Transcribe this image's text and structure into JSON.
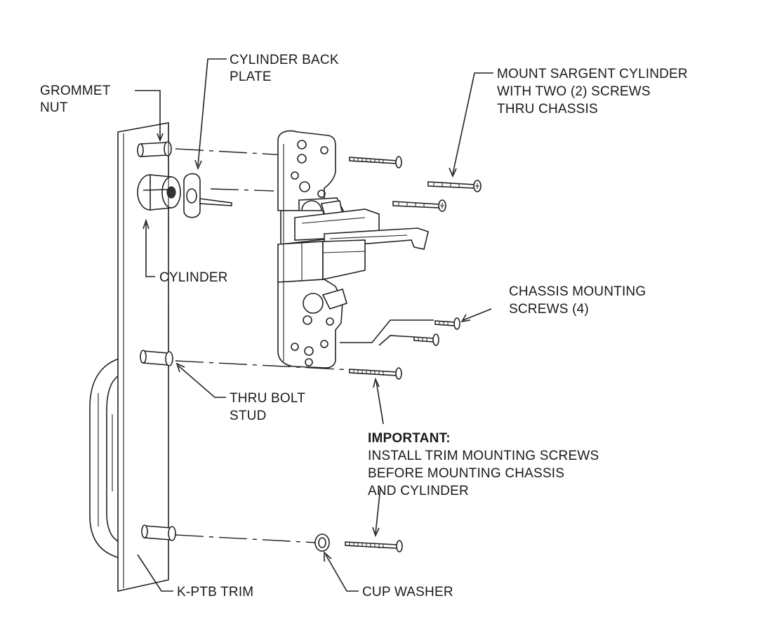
{
  "labels": {
    "grommet_nut": [
      "GROMMET",
      "NUT"
    ],
    "cylinder_back_plate": [
      "CYLINDER BACK",
      "PLATE"
    ],
    "mount_sargent": [
      "MOUNT SARGENT CYLINDER",
      "WITH TWO (2) SCREWS",
      "THRU CHASSIS"
    ],
    "cylinder": "CYLINDER",
    "chassis_mounting_screws": [
      "CHASSIS MOUNTING",
      "SCREWS (4)"
    ],
    "thru_bolt_stud": [
      "THRU BOLT",
      "STUD"
    ],
    "important_heading": "IMPORTANT:",
    "important_body": [
      "INSTALL TRIM MOUNTING SCREWS",
      "BEFORE MOUNTING CHASSIS",
      "AND CYLINDER"
    ],
    "k_ptb_trim": "K-PTB TRIM",
    "cup_washer": "CUP WASHER"
  },
  "colors": {
    "line": "#222222",
    "background": "#ffffff"
  }
}
